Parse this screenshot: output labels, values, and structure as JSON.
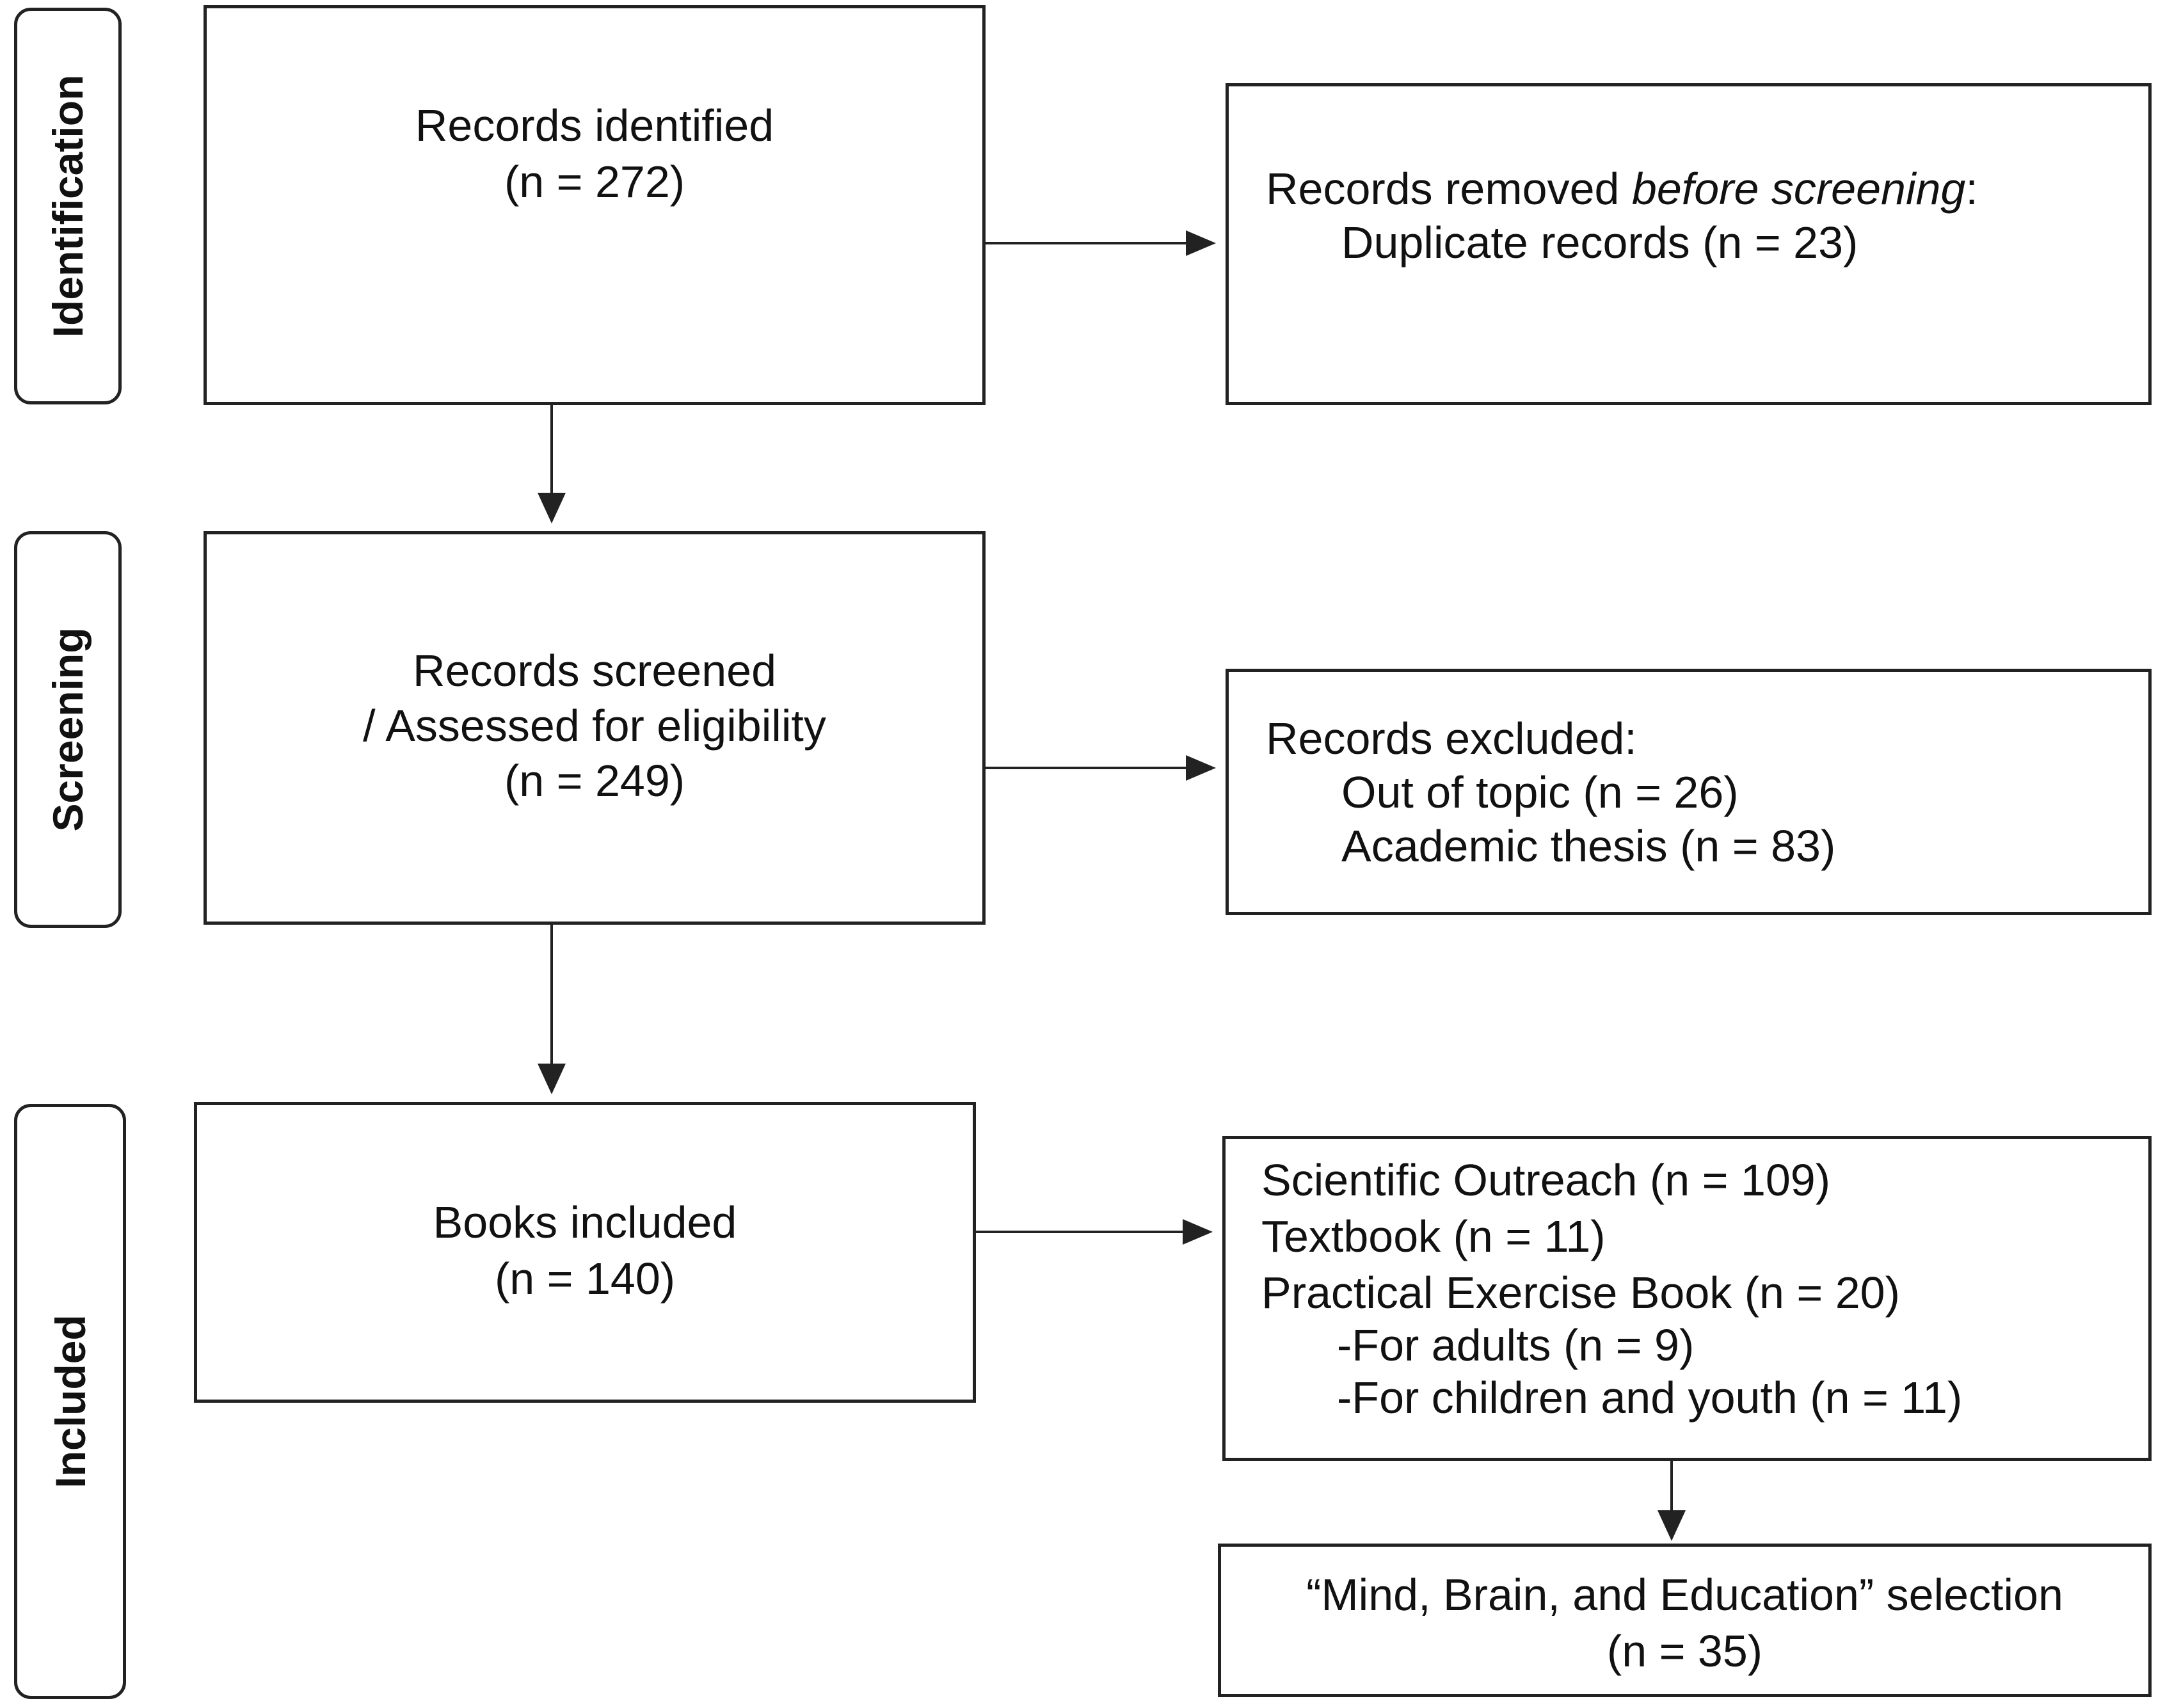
{
  "phases": {
    "identification": "Identification",
    "screening": "Screening",
    "included": "Included"
  },
  "identified": {
    "title": "Records identified",
    "count": "(n = 272)"
  },
  "removed": {
    "prefix": "Records removed ",
    "emphasis": "before screening",
    "suffix": ":",
    "duplicates": "Duplicate records (n = 23)"
  },
  "screened": {
    "line1": "Records screened",
    "line2": "/ Assessed for eligibility",
    "count": "(n = 249)"
  },
  "excluded": {
    "title": "Records excluded:",
    "items": [
      "Out of topic (n = 26)",
      "Academic thesis (n = 83)"
    ]
  },
  "books": {
    "title": "Books included",
    "count": "(n = 140)"
  },
  "categories": {
    "outreach": "Scientific Outreach (n = 109)",
    "textbook": "Textbook (n = 11)",
    "practical": "Practical Exercise Book (n = 20)",
    "adults": "-For adults (n = 9)",
    "children": "-For children and youth (n = 11)"
  },
  "selection": {
    "title": "“Mind, Brain, and Education” selection",
    "count": "(n = 35)"
  }
}
